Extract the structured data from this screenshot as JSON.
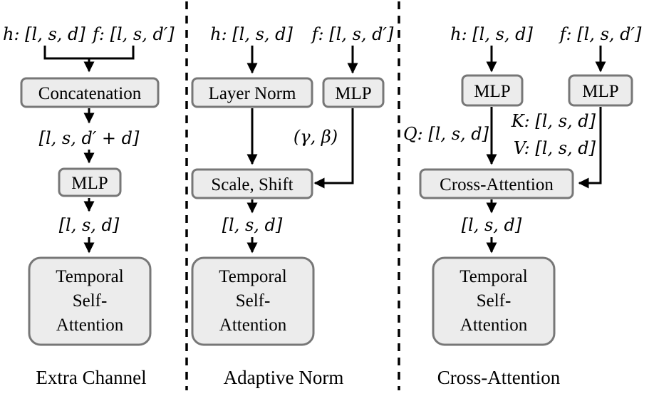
{
  "colors": {
    "box_fill": "#ececec",
    "box_stroke": "#777777",
    "line": "#000000"
  },
  "panels": [
    {
      "caption": "Extra Channel",
      "inputs": {
        "h": "h: [l, s, d]",
        "f": "f: [l, s, d′]"
      },
      "concat_box": "Concatenation",
      "concat_shape": "[l, s, d′ + d]",
      "mlp_box": "MLP",
      "out_shape": "[l, s, d]",
      "attn_lines": [
        "Temporal",
        "Self-",
        "Attention"
      ]
    },
    {
      "caption": "Adaptive Norm",
      "inputs": {
        "h": "h: [l, s, d]",
        "f": "f: [l, s, d′]"
      },
      "norm_box": "Layer Norm",
      "mlp_box": "MLP",
      "gamma_beta": "(γ, β)",
      "scale_box": "Scale, Shift",
      "out_shape": "[l, s, d]",
      "attn_lines": [
        "Temporal",
        "Self-",
        "Attention"
      ]
    },
    {
      "caption": "Cross-Attention",
      "inputs": {
        "h": "h: [l, s, d]",
        "f": "f: [l, s, d′]"
      },
      "mlp_h_box": "MLP",
      "mlp_f_box": "MLP",
      "q_label": "Q: [l, s, d]",
      "k_label": "K: [l, s, d]",
      "v_label": "V: [l, s, d]",
      "xattn_box": "Cross-Attention",
      "out_shape": "[l, s, d]",
      "attn_lines": [
        "Temporal",
        "Self-",
        "Attention"
      ]
    }
  ]
}
